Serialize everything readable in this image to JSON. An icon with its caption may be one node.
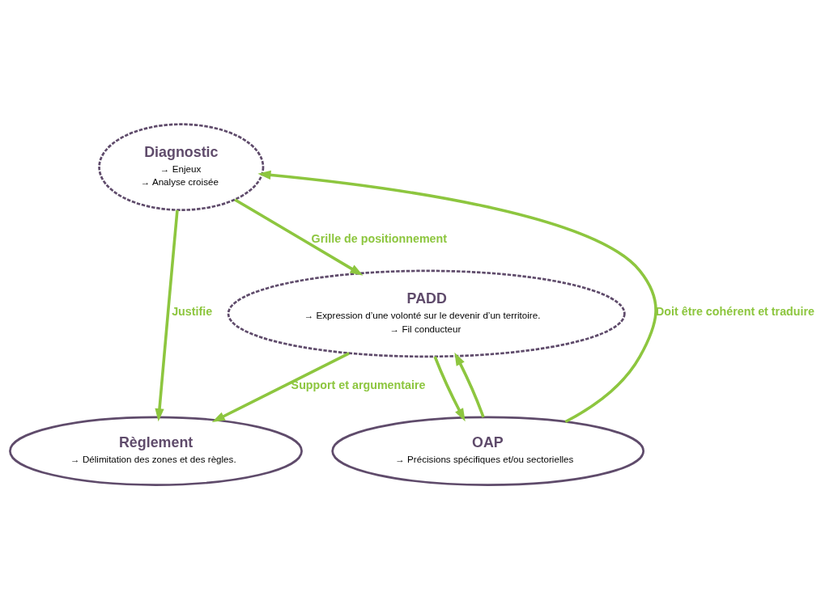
{
  "diagram": {
    "nodes": [
      {
        "text": [
          "Diagnostic",
          "→ Enjeux",
          "→ Analyse croisée"
        ]
      },
      {
        "text": [
          "PADD",
          "→ Expression d’une volonté sur le devenir d’un territoire.",
          "→ Fil conducteur"
        ]
      },
      {
        "text": [
          "Règlement",
          "→ Délimitation des zones et des règles."
        ]
      },
      {
        "text": [
          "OAP",
          "→ Précisions spécifiques et/ou sectorielles"
        ]
      }
    ],
    "edges": [
      {
        "from": 0,
        "to": 1,
        "arrow": "to",
        "label": "Grille de positionnement"
      },
      {
        "from": 1,
        "to": 2,
        "arrow": "to",
        "label": "Support et argumentaire"
      },
      {
        "from": 1,
        "to": 3,
        "arrow": "to"
      },
      {
        "from": 0,
        "to": 2,
        "arrow": "to",
        "label": "Justifie"
      },
      {
        "from": 3,
        "to": 0,
        "arrow": "to",
        "label": "Doit être cohérent et traduire"
      },
      {
        "from": 3,
        "to": 1,
        "arrow": "to"
      }
    ]
  }
}
